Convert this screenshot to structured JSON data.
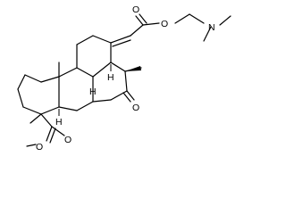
{
  "atoms": {
    "o1": "O",
    "o2": "O",
    "n1": "N",
    "o3": "O",
    "o4": "O",
    "o5": "O",
    "h1": "H",
    "h2": "H",
    "h3": "H"
  }
}
